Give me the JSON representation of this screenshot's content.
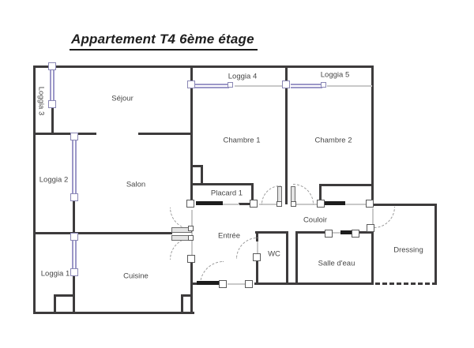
{
  "title": "Appartement T4 6ème étage",
  "plan": {
    "rooms": [
      {
        "id": "sejour",
        "label": "Séjour"
      },
      {
        "id": "salon",
        "label": "Salon"
      },
      {
        "id": "cuisine",
        "label": "Cuisine"
      },
      {
        "id": "chambre1",
        "label": "Chambre 1"
      },
      {
        "id": "chambre2",
        "label": "Chambre 2"
      },
      {
        "id": "loggia1",
        "label": "Loggia 1"
      },
      {
        "id": "loggia2",
        "label": "Loggia 2"
      },
      {
        "id": "loggia3",
        "label": "Loggia 3"
      },
      {
        "id": "loggia4",
        "label": "Loggia 4"
      },
      {
        "id": "loggia5",
        "label": "Loggia 5"
      },
      {
        "id": "placard1",
        "label": "Placard 1"
      },
      {
        "id": "couloir",
        "label": "Couloir"
      },
      {
        "id": "entree",
        "label": "Entrée"
      },
      {
        "id": "wc",
        "label": "WC"
      },
      {
        "id": "salledeau",
        "label": "Salle d'eau"
      },
      {
        "id": "dressing",
        "label": "Dressing"
      }
    ],
    "colors": {
      "wall": "#3d3b3c",
      "window_frame": "#9c98c8",
      "opening": "#c9c9c9",
      "swing_arc": "#9a9a9a",
      "label_text": "#474747",
      "title_text": "#1f1f1f",
      "background": "#ffffff"
    }
  }
}
